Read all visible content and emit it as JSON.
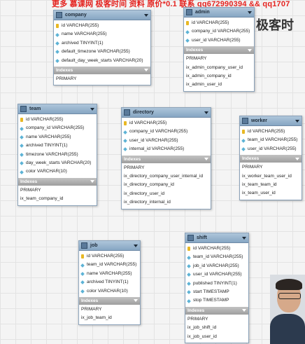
{
  "watermark": "更多 慕课网 极客时间 资料 原价*0.1 联系 qq672990394 && qq1707",
  "brand": {
    "text": "极客时",
    "icon": "play-logo-icon"
  },
  "indexes_label": "Indexes",
  "colors": {
    "table_header": "#86a6c3",
    "indexes_header": "#9e9e9e",
    "primary_key_icon": "#e8b824",
    "column_icon": "#5db3d6",
    "watermark": "#e4231f"
  },
  "tables": {
    "company": {
      "name": "company",
      "columns": [
        {
          "text": "id VARCHAR(255)",
          "icon": "key"
        },
        {
          "text": "name VARCHAR(255)",
          "icon": "col"
        },
        {
          "text": "archived TINYINT(1)",
          "icon": "col"
        },
        {
          "text": "default_timezone VARCHAR(255)",
          "icon": "col"
        },
        {
          "text": "default_day_week_starts VARCHAR(20)",
          "icon": "col"
        }
      ],
      "indexes": [
        "PRIMARY"
      ]
    },
    "admin": {
      "name": "admin",
      "columns": [
        {
          "text": "id VARCHAR(255)",
          "icon": "key"
        },
        {
          "text": "company_id VARCHAR(255)",
          "icon": "col"
        },
        {
          "text": "user_id VARCHAR(255)",
          "icon": "col"
        }
      ],
      "indexes": [
        "PRIMARY",
        "ix_admin_company_user_id",
        "ix_admin_company_id",
        "ix_admin_user_id"
      ]
    },
    "team": {
      "name": "team",
      "columns": [
        {
          "text": "id VARCHAR(255)",
          "icon": "key"
        },
        {
          "text": "company_id VARCHAR(255)",
          "icon": "col"
        },
        {
          "text": "name VARCHAR(255)",
          "icon": "col"
        },
        {
          "text": "archived TINYINT(1)",
          "icon": "col"
        },
        {
          "text": "timezone VARCHAR(255)",
          "icon": "col"
        },
        {
          "text": "day_week_starts VARCHAR(20)",
          "icon": "col"
        },
        {
          "text": "color VARCHAR(10)",
          "icon": "col"
        }
      ],
      "indexes": [
        "PRIMARY",
        "ix_team_company_id"
      ]
    },
    "directory": {
      "name": "directory",
      "columns": [
        {
          "text": "id VARCHAR(255)",
          "icon": "key"
        },
        {
          "text": "company_id VARCHAR(255)",
          "icon": "col"
        },
        {
          "text": "user_id VARCHAR(255)",
          "icon": "col"
        },
        {
          "text": "internal_id VARCHAR(255)",
          "icon": "col"
        }
      ],
      "indexes": [
        "PRIMARY",
        "ix_directory_company_user_internal_id",
        "ix_directory_company_id",
        "ix_directory_user_id",
        "ix_directory_internal_id"
      ]
    },
    "worker": {
      "name": "worker",
      "columns": [
        {
          "text": "id VARCHAR(255)",
          "icon": "key"
        },
        {
          "text": "team_id VARCHAR(255)",
          "icon": "col"
        },
        {
          "text": "user_id VARCHAR(255)",
          "icon": "col"
        }
      ],
      "indexes": [
        "PRIMARY",
        "ix_worker_team_user_id",
        "ix_team_team_id",
        "ix_team_user_id"
      ]
    },
    "job": {
      "name": "job",
      "columns": [
        {
          "text": "id VARCHAR(255)",
          "icon": "key"
        },
        {
          "text": "team_id VARCHAR(255)",
          "icon": "col"
        },
        {
          "text": "name VARCHAR(255)",
          "icon": "col"
        },
        {
          "text": "archived TINYINT(1)",
          "icon": "col"
        },
        {
          "text": "color VARCHAR(10)",
          "icon": "col"
        }
      ],
      "indexes": [
        "PRIMARY",
        "ix_job_team_id"
      ]
    },
    "shift": {
      "name": "shift",
      "columns": [
        {
          "text": "id VARCHAR(255)",
          "icon": "key"
        },
        {
          "text": "team_id VARCHAR(255)",
          "icon": "col"
        },
        {
          "text": "job_id VARCHAR(255)",
          "icon": "col"
        },
        {
          "text": "user_id VARCHAR(255)",
          "icon": "col"
        },
        {
          "text": "published TINYINT(1)",
          "icon": "col"
        },
        {
          "text": "start TIMESTAMP",
          "icon": "col"
        },
        {
          "text": "stop TIMESTAMP",
          "icon": "col"
        }
      ],
      "indexes": [
        "PRIMARY",
        "ix_job_shift_id",
        "ix_job_user_id"
      ]
    }
  }
}
